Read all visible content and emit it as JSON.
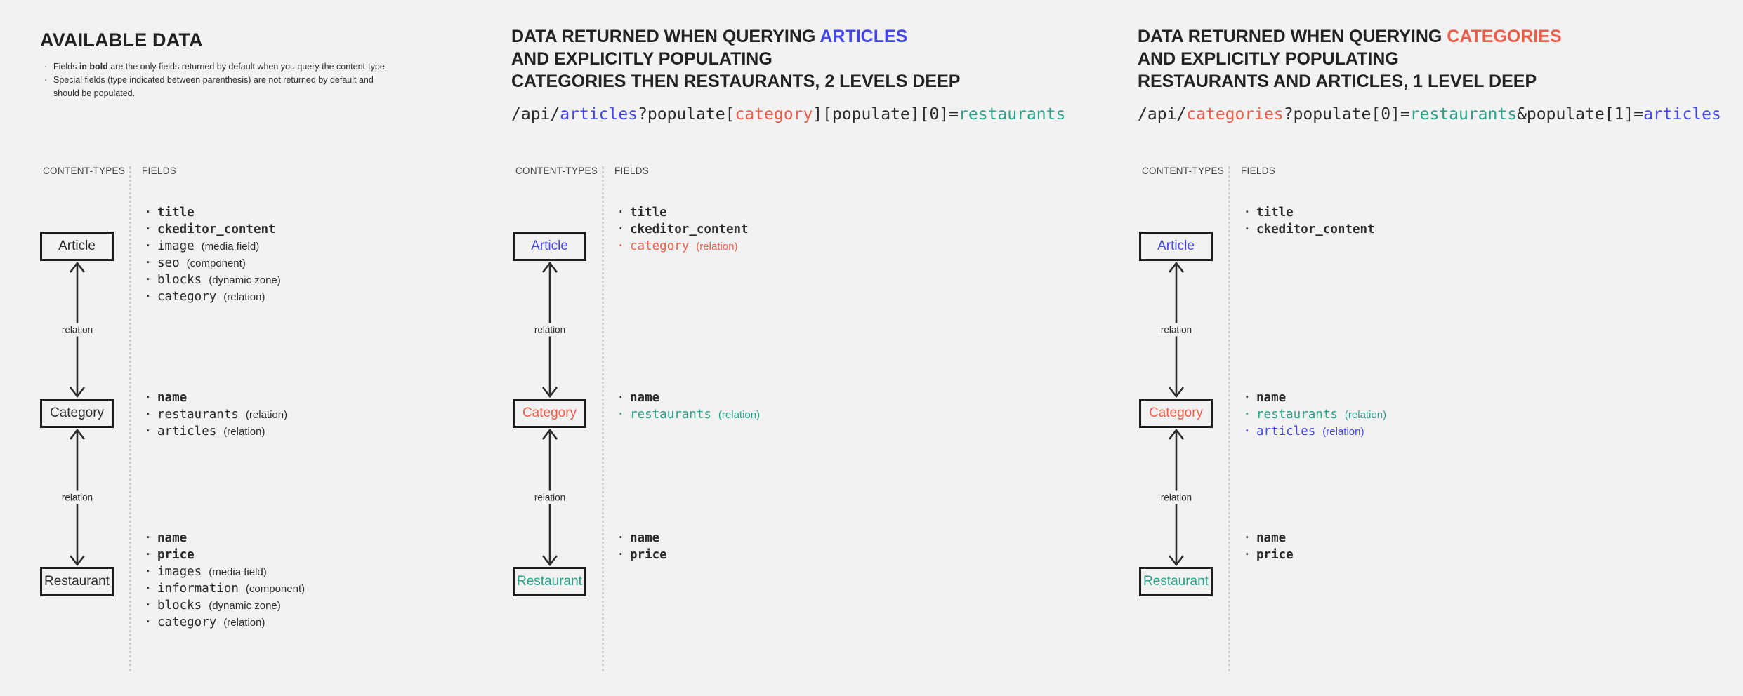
{
  "colors": {
    "dark": "#2b2b2b",
    "blue": "#4345ef",
    "red": "#ee5d4a",
    "green": "#2aa489",
    "background": "#f2f2f2"
  },
  "columns": [
    {
      "title": "AVAILABLE DATA",
      "notes": [
        {
          "segments": [
            {
              "text": "Fields "
            },
            {
              "text": "in bold",
              "bold": true
            },
            {
              "text": " are the only fields returned by default when you query the content-type."
            }
          ]
        },
        {
          "segments": [
            {
              "text": "Special fields (type indicated between parenthesis) are not returned by default and should be populated."
            }
          ]
        }
      ],
      "table_headers": {
        "content_types": "CONTENT-TYPES",
        "fields": "FIELDS"
      },
      "connector_labels": [
        "relation",
        "relation"
      ],
      "nodes": [
        {
          "label": "Article",
          "color": "dark",
          "fields": [
            {
              "name": "title",
              "bold": true,
              "color": "dark"
            },
            {
              "name": "ckeditor_content",
              "bold": true,
              "color": "dark"
            },
            {
              "name": "image",
              "type": "(media field)",
              "color": "dark"
            },
            {
              "name": "seo",
              "type": "(component)",
              "color": "dark"
            },
            {
              "name": "blocks",
              "type": "(dynamic zone)",
              "color": "dark"
            },
            {
              "name": "category",
              "type": "(relation)",
              "color": "dark"
            }
          ]
        },
        {
          "label": "Category",
          "color": "dark",
          "fields": [
            {
              "name": "name",
              "bold": true,
              "color": "dark"
            },
            {
              "name": "restaurants",
              "type": "(relation)",
              "color": "dark"
            },
            {
              "name": "articles",
              "type": "(relation)",
              "color": "dark"
            }
          ]
        },
        {
          "label": "Restaurant",
          "color": "dark",
          "fields": [
            {
              "name": "name",
              "bold": true,
              "color": "dark"
            },
            {
              "name": "price",
              "bold": true,
              "color": "dark"
            },
            {
              "name": "images",
              "type": "(media field)",
              "color": "dark"
            },
            {
              "name": "information",
              "type": "(component)",
              "color": "dark"
            },
            {
              "name": "blocks",
              "type": "(dynamic zone)",
              "color": "dark"
            },
            {
              "name": "category",
              "type": "(relation)",
              "color": "dark"
            }
          ]
        }
      ]
    },
    {
      "heading_lines": [
        [
          {
            "text": "DATA RETURNED WHEN QUERYING "
          },
          {
            "text": "ARTICLES",
            "color": "blue"
          }
        ],
        [
          {
            "text": "AND EXPLICITLY POPULATING"
          }
        ],
        [
          {
            "text": "CATEGORIES THEN RESTAURANTS, 2 LEVELS DEEP"
          }
        ]
      ],
      "code_segments": [
        {
          "text": "/api/"
        },
        {
          "text": "articles",
          "color": "blue"
        },
        {
          "text": "?populate["
        },
        {
          "text": "category",
          "color": "red"
        },
        {
          "text": "][populate][0]="
        },
        {
          "text": "restaurants",
          "color": "green"
        }
      ],
      "table_headers": {
        "content_types": "CONTENT-TYPES",
        "fields": "FIELDS"
      },
      "connector_labels": [
        "relation",
        "relation"
      ],
      "nodes": [
        {
          "label": "Article",
          "color": "blue",
          "fields": [
            {
              "name": "title",
              "bold": true,
              "color": "dark"
            },
            {
              "name": "ckeditor_content",
              "bold": true,
              "color": "dark"
            },
            {
              "name": "category",
              "type": "(relation)",
              "color": "red"
            }
          ]
        },
        {
          "label": "Category",
          "color": "red",
          "fields": [
            {
              "name": "name",
              "bold": true,
              "color": "dark"
            },
            {
              "name": "restaurants",
              "type": "(relation)",
              "color": "green"
            }
          ]
        },
        {
          "label": "Restaurant",
          "color": "green",
          "fields": [
            {
              "name": "name",
              "bold": true,
              "color": "dark"
            },
            {
              "name": "price",
              "bold": true,
              "color": "dark"
            }
          ]
        }
      ]
    },
    {
      "heading_lines": [
        [
          {
            "text": "DATA RETURNED WHEN QUERYING "
          },
          {
            "text": "CATEGORIES",
            "color": "red"
          }
        ],
        [
          {
            "text": "AND EXPLICITLY POPULATING"
          }
        ],
        [
          {
            "text": "RESTAURANTS AND ARTICLES, 1 LEVEL DEEP"
          }
        ]
      ],
      "code_segments": [
        {
          "text": "/api/"
        },
        {
          "text": "categories",
          "color": "red"
        },
        {
          "text": "?populate[0]="
        },
        {
          "text": "restaurants",
          "color": "green"
        },
        {
          "text": "&populate[1]="
        },
        {
          "text": "articles",
          "color": "blue"
        }
      ],
      "table_headers": {
        "content_types": "CONTENT-TYPES",
        "fields": "FIELDS"
      },
      "connector_labels": [
        "relation",
        "relation"
      ],
      "nodes": [
        {
          "label": "Article",
          "color": "blue",
          "fields": [
            {
              "name": "title",
              "bold": true,
              "color": "dark"
            },
            {
              "name": "ckeditor_content",
              "bold": true,
              "color": "dark"
            }
          ]
        },
        {
          "label": "Category",
          "color": "red",
          "fields": [
            {
              "name": "name",
              "bold": true,
              "color": "dark"
            },
            {
              "name": "restaurants",
              "type": "(relation)",
              "color": "green"
            },
            {
              "name": "articles",
              "type": "(relation)",
              "color": "blue"
            }
          ]
        },
        {
          "label": "Restaurant",
          "color": "green",
          "fields": [
            {
              "name": "name",
              "bold": true,
              "color": "dark"
            },
            {
              "name": "price",
              "bold": true,
              "color": "dark"
            }
          ]
        }
      ]
    }
  ]
}
